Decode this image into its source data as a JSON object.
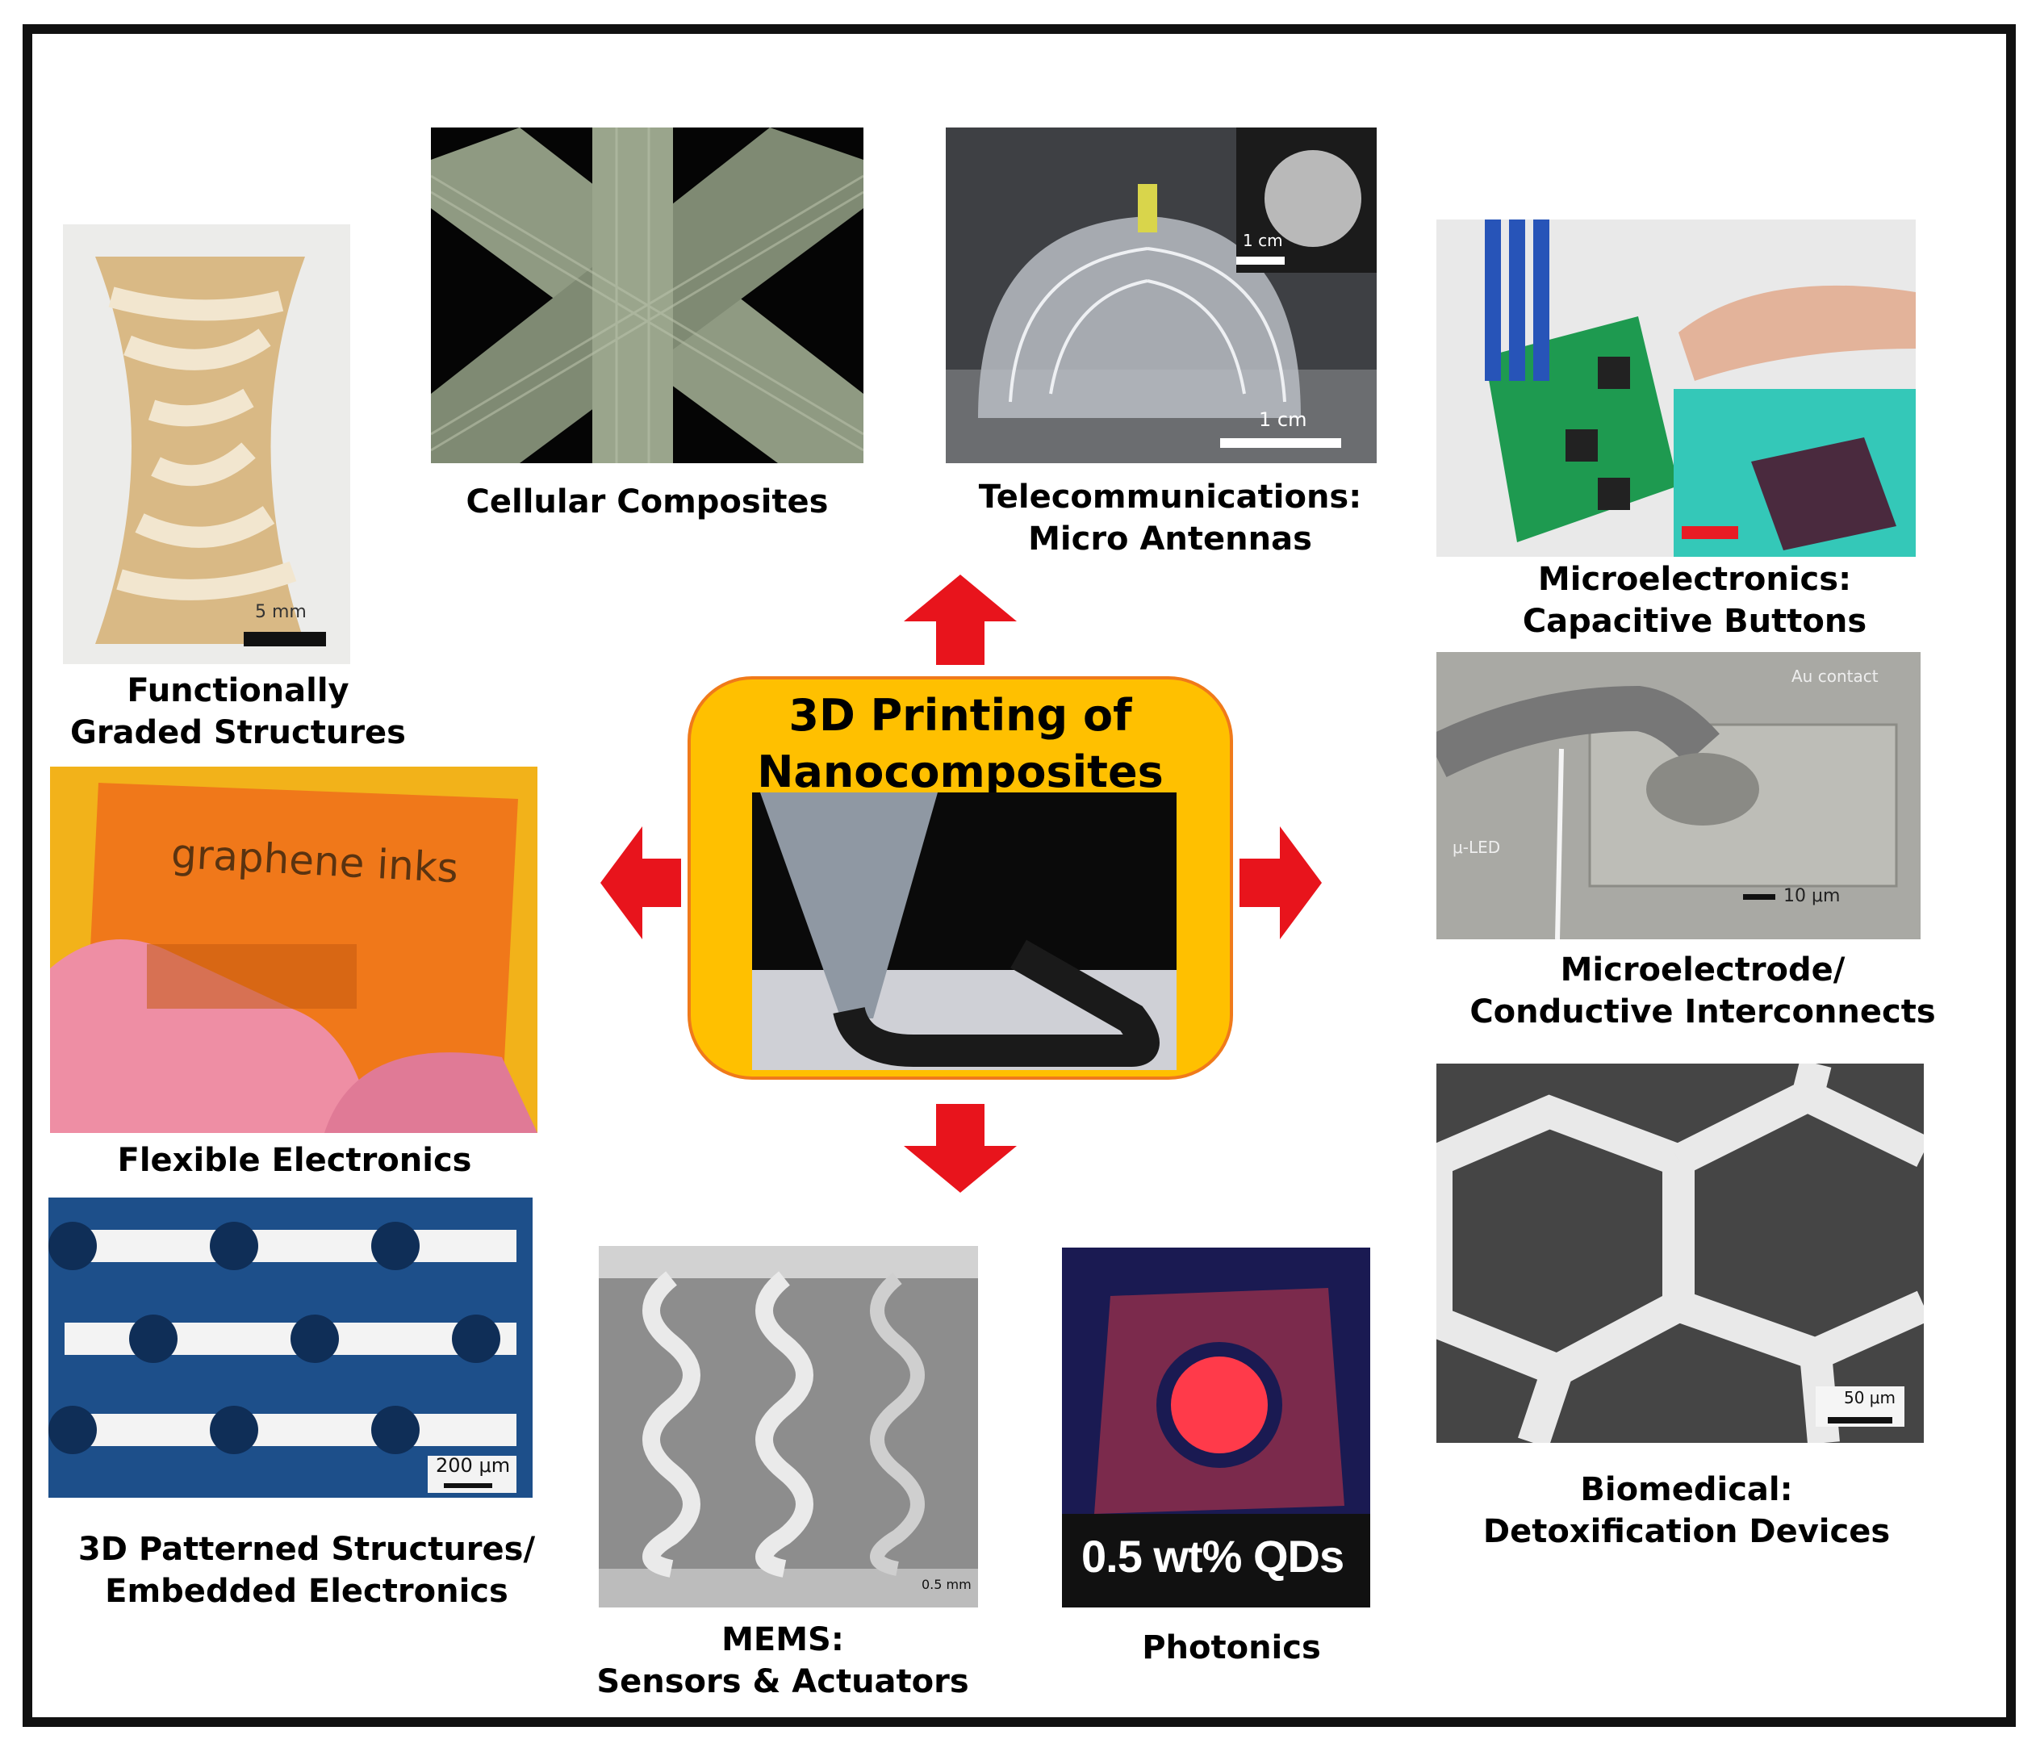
{
  "hub": {
    "title_line1": "3D Printing of",
    "title_line2": "Nanocomposites"
  },
  "captions": {
    "cellular": "Cellular Composites",
    "telecom_1": "Telecommunications:",
    "telecom_2": "Micro Antennas",
    "micro_1": "Microelectronics:",
    "micro_2": "Capacitive Buttons",
    "graded_1": "Functionally",
    "graded_2": "Graded Structures",
    "flexible": "Flexible Electronics",
    "electrode_1": "Microelectrode/",
    "electrode_2": "Conductive Interconnects",
    "patterned_1": "3D Patterned Structures/",
    "patterned_2": "Embedded Electronics",
    "mems_1": "MEMS:",
    "mems_2": "Sensors & Actuators",
    "photonics": "Photonics",
    "biomed_1": "Biomedical:",
    "biomed_2": "Detoxification Devices"
  },
  "image_labels": {
    "graded_scale": "5 mm",
    "telecom_scale_main": "1 cm",
    "telecom_scale_inset": "1 cm",
    "flexible_text": "graphene inks",
    "electrode_contact": "Au contact",
    "electrode_led": "μ-LED",
    "electrode_scale": "10 μm",
    "patterned_scale": "200 μm",
    "mems_scale": "0.5 mm",
    "photonics_text": "0.5 wt% QDs",
    "biomed_scale": "50 μm"
  },
  "colors": {
    "arrow": "#e8141c",
    "hub_fill": "#ffc000",
    "hub_border": "#f07a1a"
  }
}
